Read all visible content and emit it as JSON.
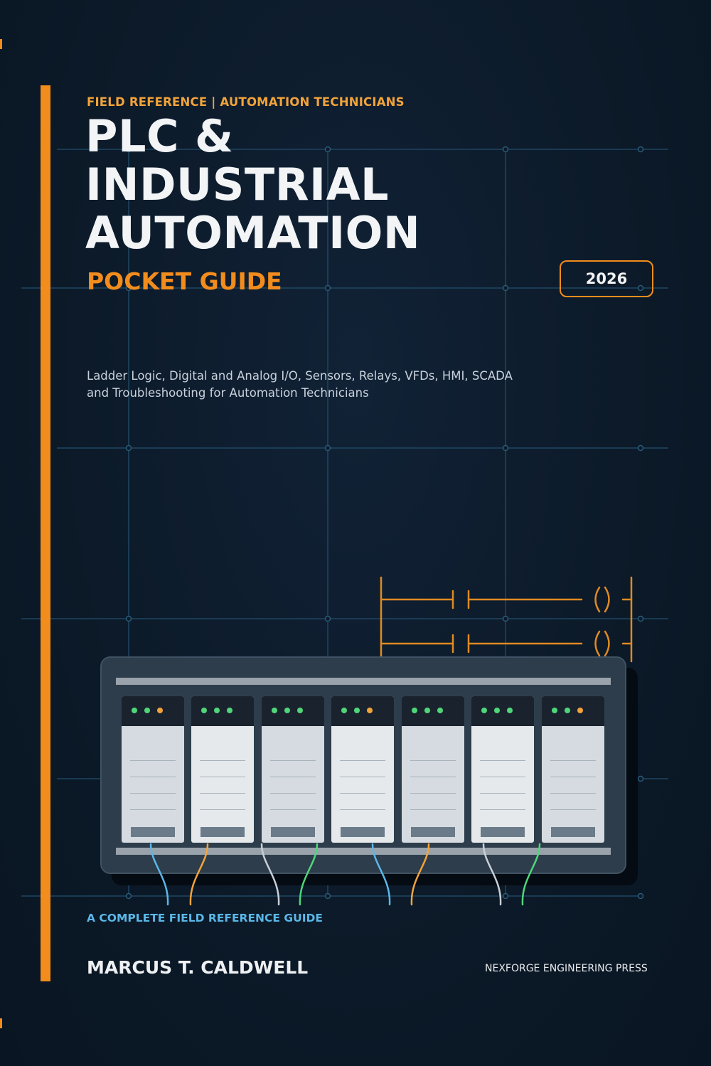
{
  "cover": {
    "kicker": "FIELD REFERENCE  |  AUTOMATION TECHNICIANS",
    "title_lines": [
      "PLC &",
      "INDUSTRIAL",
      "AUTOMATION"
    ],
    "subtitle": "POCKET GUIDE",
    "year": "2026",
    "description_lines": [
      "Ladder Logic, Digital and Analog I/O, Sensors, Relays, VFDs, HMI, SCADA",
      "and Troubleshooting for Automation Technicians"
    ],
    "tagline": "A COMPLETE FIELD REFERENCE GUIDE",
    "author": "MARCUS T. CALDWELL",
    "publisher": "NEXFORGE ENGINEERING PRESS"
  },
  "colors": {
    "background": "#0d1b2a",
    "accent_orange": "#f28c1c",
    "grid_line": "#1f4a66",
    "tagline_blue": "#5bb7e8",
    "led_green": "#4fd67a",
    "led_orange": "#f2a33a"
  },
  "illustration": {
    "modules": [
      {
        "leds": [
          "green",
          "green",
          "orange"
        ]
      },
      {
        "leds": [
          "green",
          "green",
          "green"
        ]
      },
      {
        "leds": [
          "green",
          "green",
          "green"
        ]
      },
      {
        "leds": [
          "green",
          "green",
          "orange"
        ]
      },
      {
        "leds": [
          "green",
          "green",
          "green"
        ]
      },
      {
        "leds": [
          "green",
          "green",
          "green"
        ]
      },
      {
        "leds": [
          "green",
          "green",
          "orange"
        ]
      }
    ],
    "wire_colors": [
      "blue",
      "orange",
      "white",
      "green",
      "blue",
      "orange",
      "white",
      "green"
    ]
  }
}
